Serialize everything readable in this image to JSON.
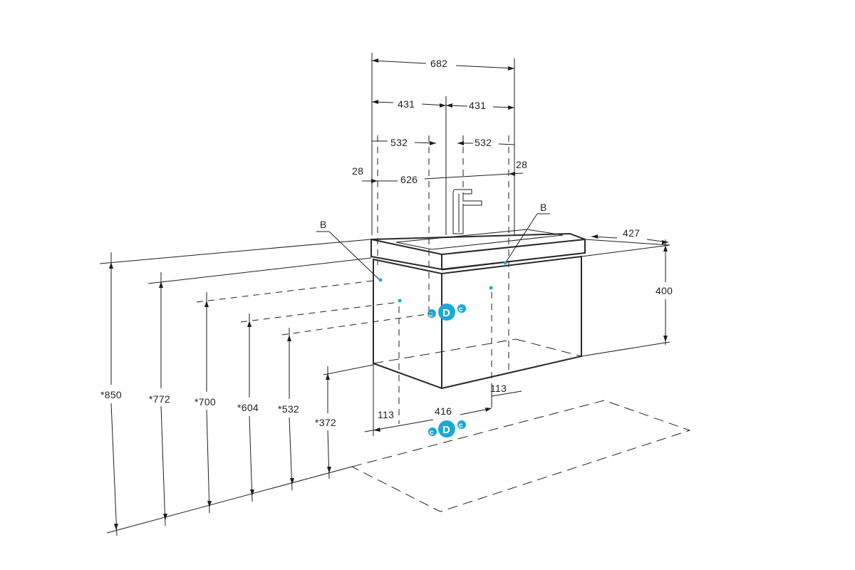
{
  "dimensions": {
    "top_width": "682",
    "left_half": "431",
    "right_half": "431",
    "left_inner": "532",
    "right_inner": "532",
    "left_offset": "28",
    "right_offset": "28",
    "basin_width": "626",
    "depth": "427",
    "cabinet_height": "400",
    "bottom_left": "113",
    "bottom_right": "113",
    "bottom_mid": "416"
  },
  "heights": [
    "*850",
    "*772",
    "*700",
    "*604",
    "*532",
    "*372"
  ],
  "labels": {
    "callout_left": "B",
    "callout_right": "B"
  },
  "connections": {
    "cold": "c",
    "drain": "D",
    "hot": "c"
  },
  "colors": {
    "line": "#1e1e1e",
    "accent": "#1ba8d6",
    "background": "#ffffff"
  }
}
